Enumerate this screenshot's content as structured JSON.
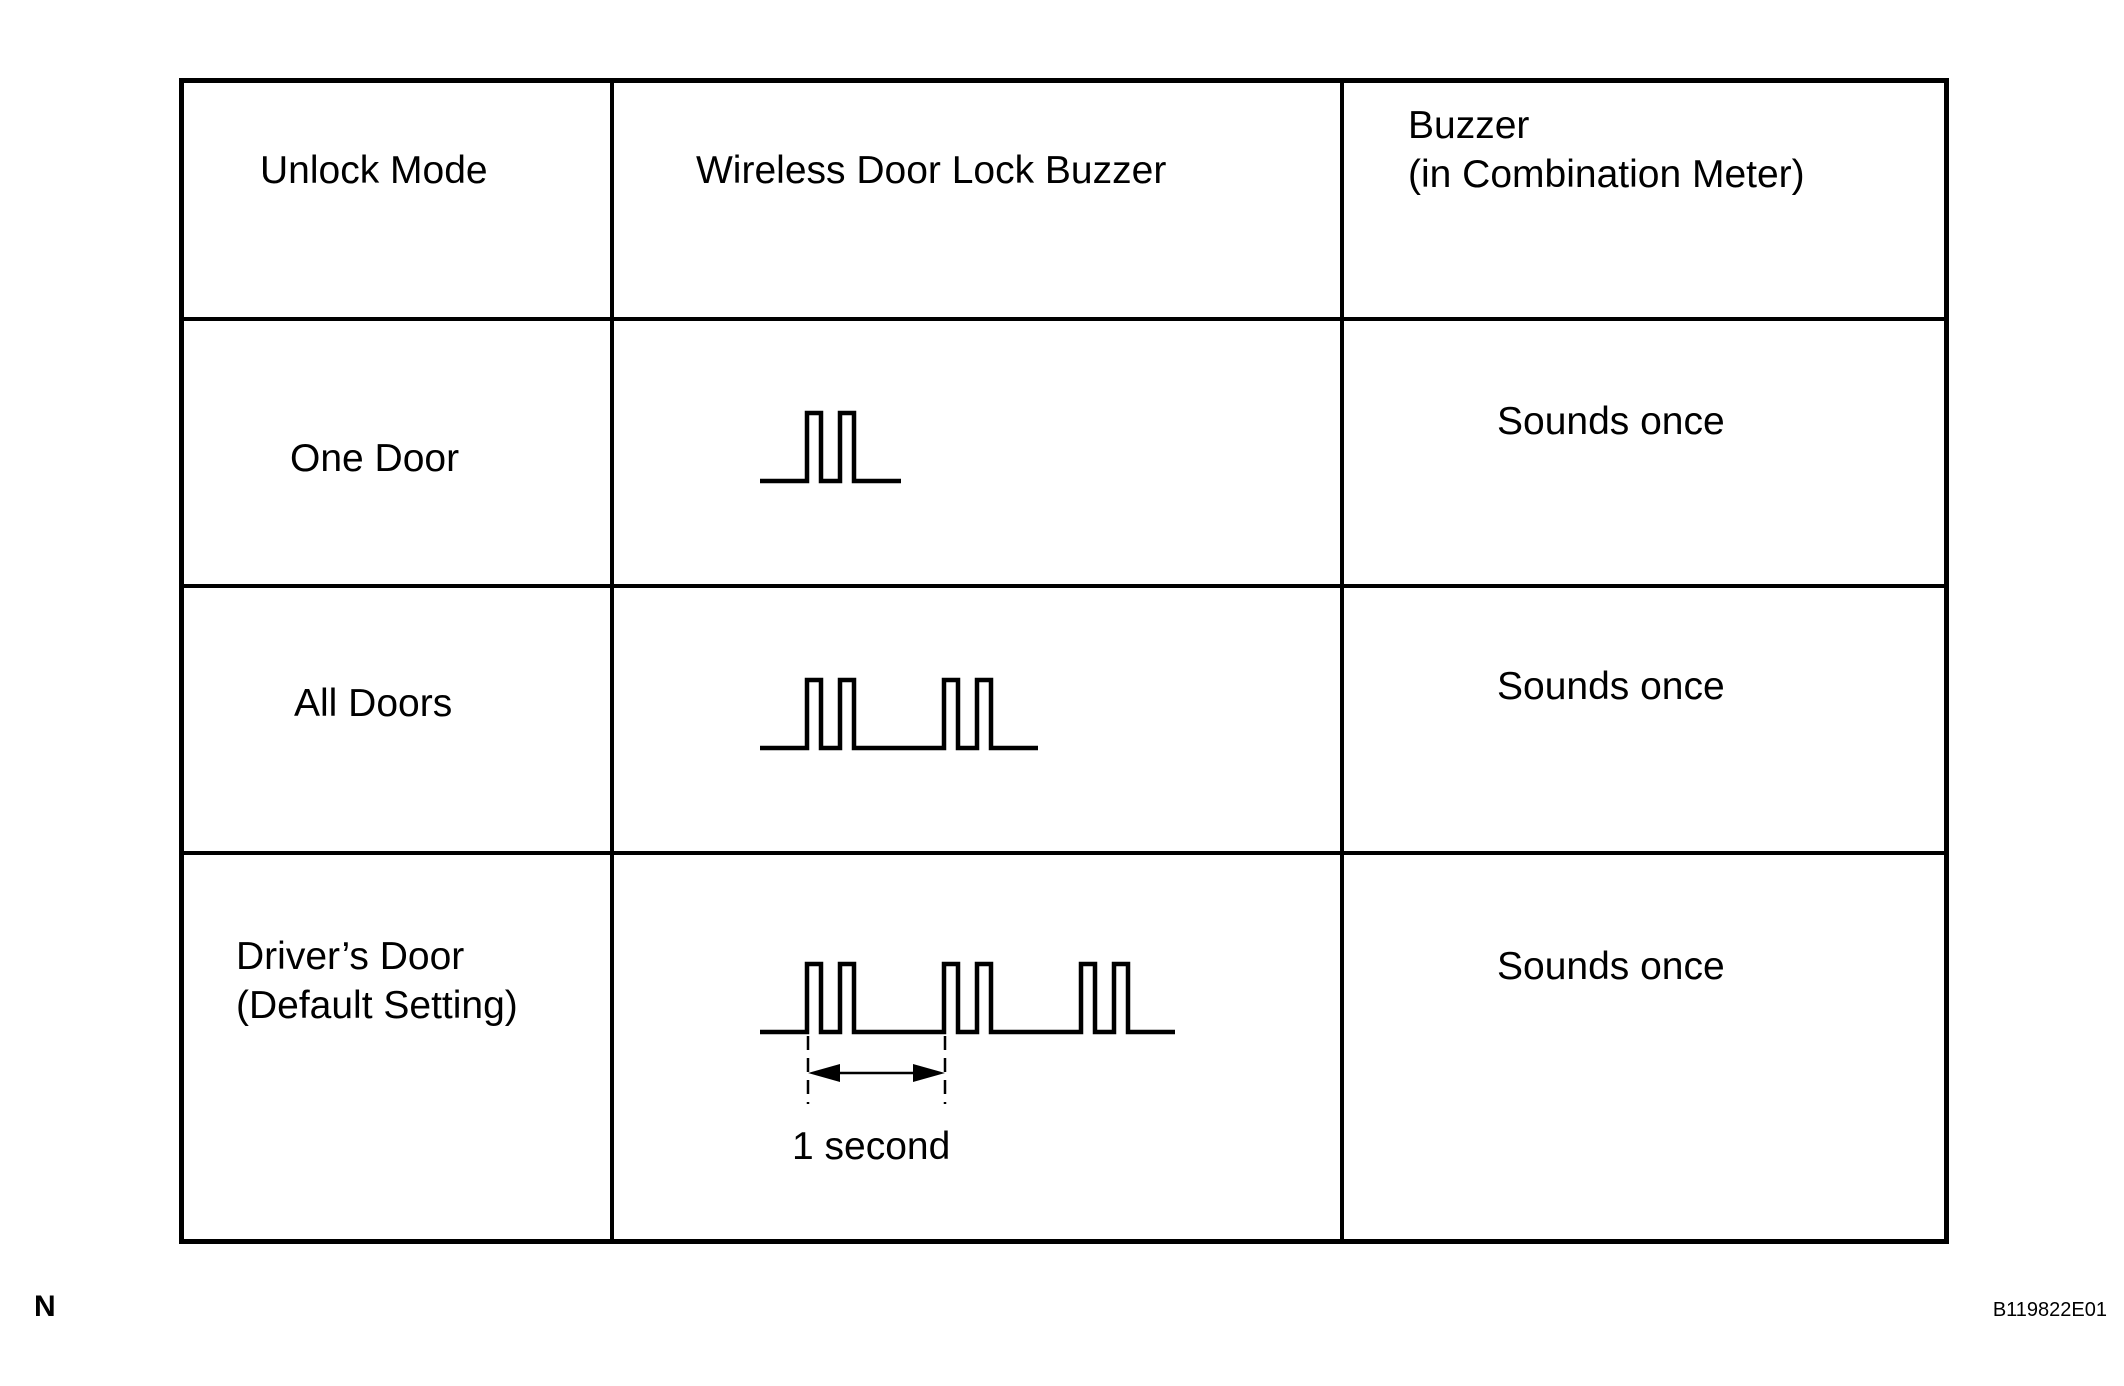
{
  "table": {
    "headers": {
      "unlock_mode": "Unlock Mode",
      "wireless_buzzer": "Wireless Door Lock Buzzer",
      "buzzer_line1": "Buzzer",
      "buzzer_line2": "(in Combination Meter)"
    },
    "rows": [
      {
        "mode": "One Door",
        "mode_line2": "",
        "pulse_groups": 1,
        "meter_buzzer": "Sounds once"
      },
      {
        "mode": "All Doors",
        "mode_line2": "",
        "pulse_groups": 2,
        "meter_buzzer": "Sounds once"
      },
      {
        "mode": "Driver’s Door",
        "mode_line2": "(Default Setting)",
        "pulse_groups": 3,
        "meter_buzzer": "Sounds once"
      }
    ],
    "interval_label": "1 second"
  },
  "footer": {
    "corner_letter": "N",
    "ref_code": "B119822E01"
  }
}
